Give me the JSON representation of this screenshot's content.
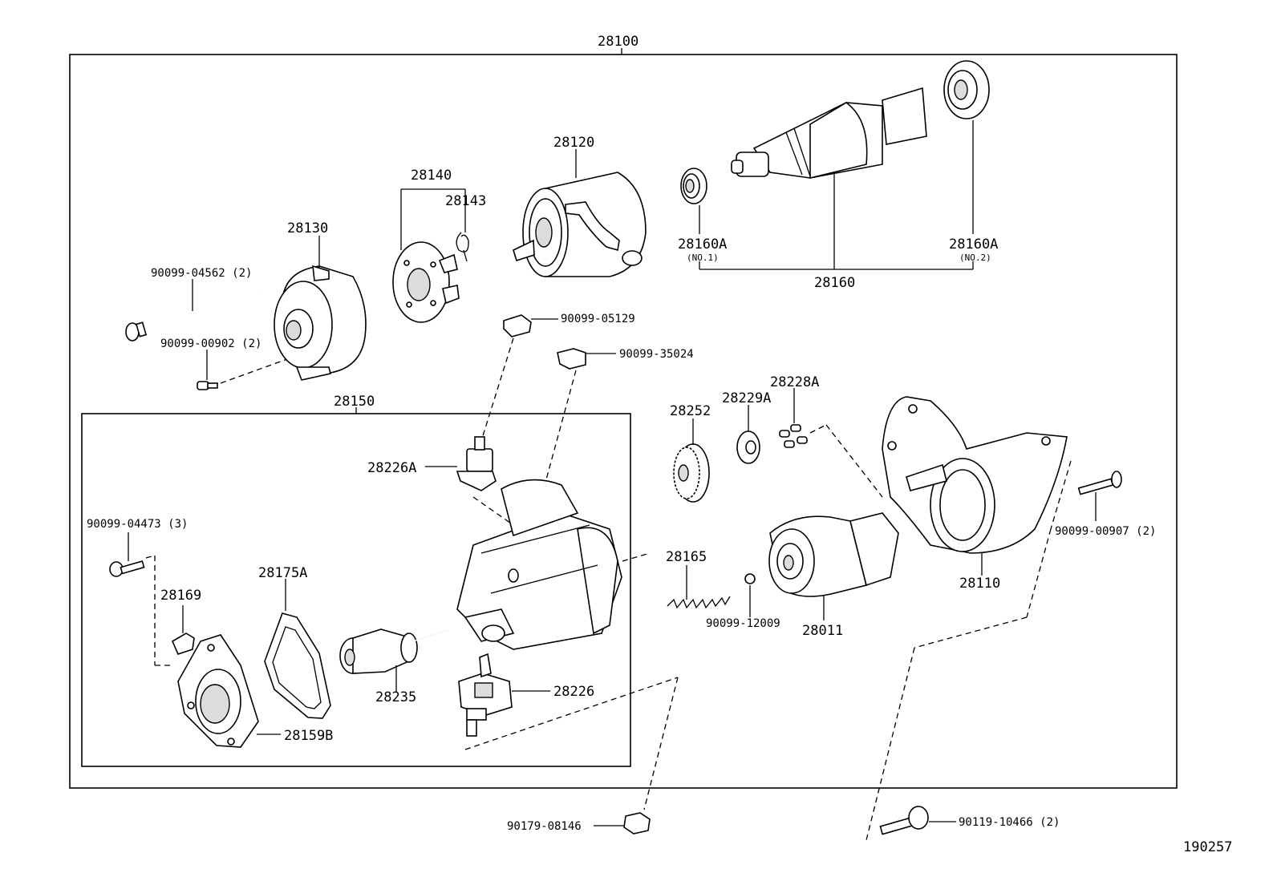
{
  "diagram_id": "190257",
  "labels": {
    "p28100": "28100",
    "p28150": "28150",
    "p28130": "28130",
    "p28140": "28140",
    "p28143": "28143",
    "p28120": "28120",
    "p28160A_1": "28160A",
    "p28160A_1_note": "(NO.1)",
    "p28160A_2": "28160A",
    "p28160A_2_note": "(NO.2)",
    "p28160": "28160",
    "b90099_04562": "90099-04562 (2)",
    "b90099_00902": "90099-00902 (2)",
    "b90099_05129": "90099-05129",
    "b90099_35024": "90099-35024",
    "p28252": "28252",
    "p28229A": "28229A",
    "p28228A": "28228A",
    "p28226A": "28226A",
    "b90099_04473": "90099-04473 (3)",
    "p28169": "28169",
    "p28175A": "28175A",
    "p28165": "28165",
    "b90099_12009": "90099-12009",
    "p28011": "28011",
    "p28110": "28110",
    "b90099_00907": "90099-00907 (2)",
    "p28235": "28235",
    "p28226": "28226",
    "p28159B": "28159B",
    "b90179_08146": "90179-08146",
    "b90119_10466": "90119-10466 (2)"
  }
}
